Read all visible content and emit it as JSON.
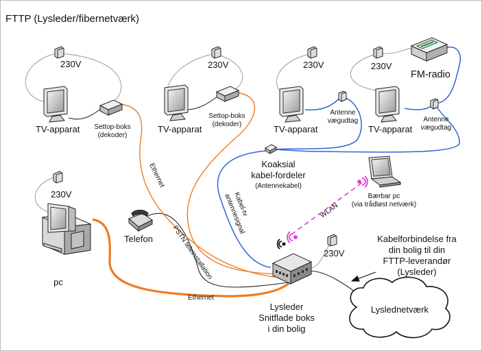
{
  "title": "FTTP (Lysleder/fibernetværk)",
  "colors": {
    "ethernet": "#f07a20",
    "coax": "#2e64d8",
    "wlan": "#e23ad2",
    "wire_gray": "#aaaaaa",
    "wire_black": "#222222"
  },
  "labels": {
    "power_1": "230V",
    "power_2": "230V",
    "power_3": "230V",
    "power_4": "230V",
    "power_5": "230V",
    "power_6": "230V",
    "tv_1": "TV-apparat",
    "tv_2": "TV-apparat",
    "tv_3": "TV-apparat",
    "tv_4": "TV-apparat",
    "stb_1_line1": "Settop-boks",
    "stb_1_line2": "(dekoder)",
    "stb_2_line1": "Settop-boks",
    "stb_2_line2": "(dekoder)",
    "antenna_1_line1": "Antenne",
    "antenna_1_line2": "vægudtag",
    "antenna_2_line1": "Antenne",
    "antenna_2_line2": "vægudtag",
    "fm_radio": "FM-radio",
    "splitter_line1": "Koaksial",
    "splitter_line2": "kabel-fordeler",
    "splitter_line3": "(Antennekabel)",
    "laptop_line1": "Bærbar pc",
    "laptop_line2": "(via trådløst netværk)",
    "wlan": "WLAN",
    "pc": "pc",
    "telefon": "Telefon",
    "ethernet_upper": "Ethernet",
    "ethernet_lower": "Ethernet",
    "pstn": "PSTN teleinstallation",
    "kabeltv_line1": "Kabel-tv",
    "kabeltv_line2": "antennesignal",
    "box_line1": "Lysleder",
    "box_line2": "Snitflade boks",
    "box_line3": "i din bolig",
    "cloud": "Lyslednetværk",
    "callout_line1": "Kabelforbindelse fra",
    "callout_line2": "din bolig til din",
    "callout_line3": "FTTP-leverandør",
    "callout_line4": "(Lysleder)"
  }
}
